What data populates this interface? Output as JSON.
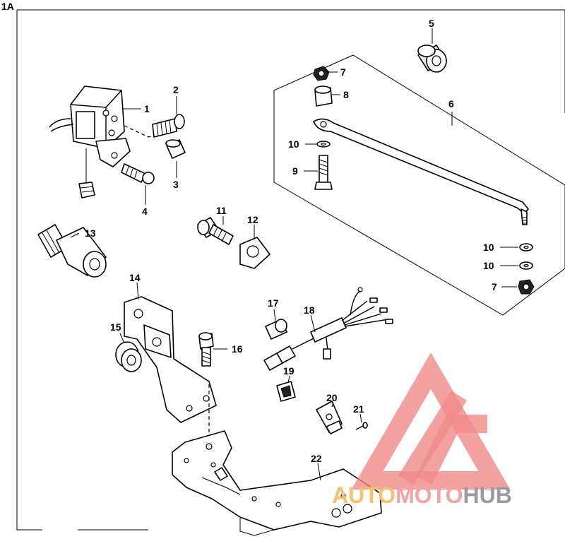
{
  "figure_label": "1A",
  "callouts": [
    {
      "id": "c1",
      "text": "1"
    },
    {
      "id": "c2",
      "text": "2"
    },
    {
      "id": "c3",
      "text": "3"
    },
    {
      "id": "c4",
      "text": "4"
    },
    {
      "id": "c5",
      "text": "5"
    },
    {
      "id": "c6",
      "text": "6"
    },
    {
      "id": "c7a",
      "text": "7"
    },
    {
      "id": "c8",
      "text": "8"
    },
    {
      "id": "c9",
      "text": "9"
    },
    {
      "id": "c10a",
      "text": "10"
    },
    {
      "id": "c10b",
      "text": "10"
    },
    {
      "id": "c10c",
      "text": "10"
    },
    {
      "id": "c7b",
      "text": "7"
    },
    {
      "id": "c11",
      "text": "11"
    },
    {
      "id": "c12",
      "text": "12"
    },
    {
      "id": "c13",
      "text": "13"
    },
    {
      "id": "c14",
      "text": "14"
    },
    {
      "id": "c15",
      "text": "15"
    },
    {
      "id": "c16",
      "text": "16"
    },
    {
      "id": "c17",
      "text": "17"
    },
    {
      "id": "c18",
      "text": "18"
    },
    {
      "id": "c19",
      "text": "19"
    },
    {
      "id": "c20",
      "text": "20"
    },
    {
      "id": "c21",
      "text": "21"
    },
    {
      "id": "c22",
      "text": "22"
    }
  ],
  "watermark": {
    "word_auto": "AUTO",
    "word_moto": "MOTO",
    "word_hub": "HUB",
    "color_auto": "#f5c26b",
    "color_moto": "#f3a3a3",
    "color_hub": "#9b9b9b",
    "logo_color": "#f08a8a"
  },
  "colors": {
    "line": "#000000",
    "background": "#ffffff"
  }
}
